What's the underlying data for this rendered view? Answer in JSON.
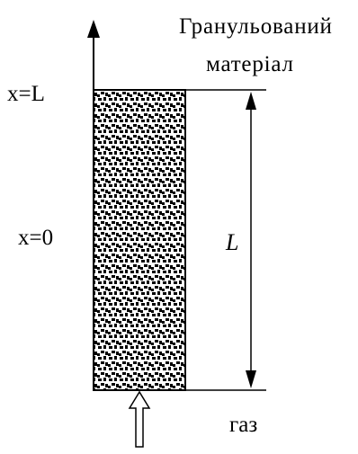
{
  "diagram": {
    "title_line1": "Гранульований",
    "title_line2": "матеріал",
    "label_top": "x=L",
    "label_bottom": "x=0",
    "dimension_label": "L",
    "gas_label": "газ"
  },
  "colors": {
    "ink": "#000000",
    "background": "#ffffff"
  }
}
